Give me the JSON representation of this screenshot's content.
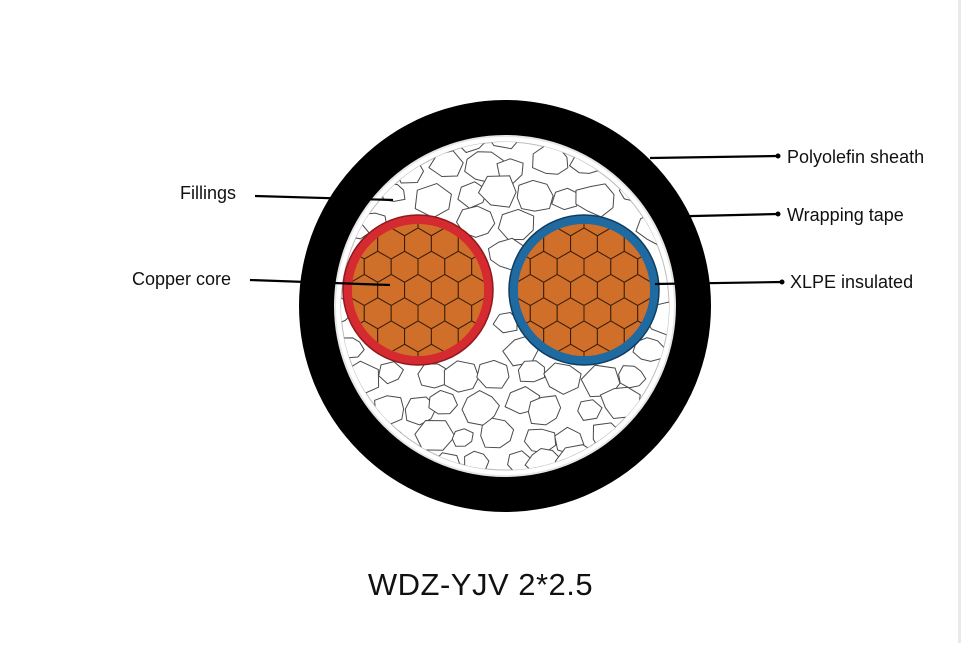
{
  "title": "WDZ-YJV 2*2.5",
  "labels": {
    "fillings": "Fillings",
    "copper_core": "Copper core",
    "polyolefin_sheath": "Polyolefin sheath",
    "wrapping_tape": "Wrapping tape",
    "xlpe_insulated": "XLPE insulated"
  },
  "colors": {
    "sheath": "#000000",
    "filling_stroke": "#4a4a4a",
    "copper": "#cf6f2a",
    "core_red": "#d52a30",
    "core_blue": "#1f6aa1",
    "leader": "#000000"
  }
}
